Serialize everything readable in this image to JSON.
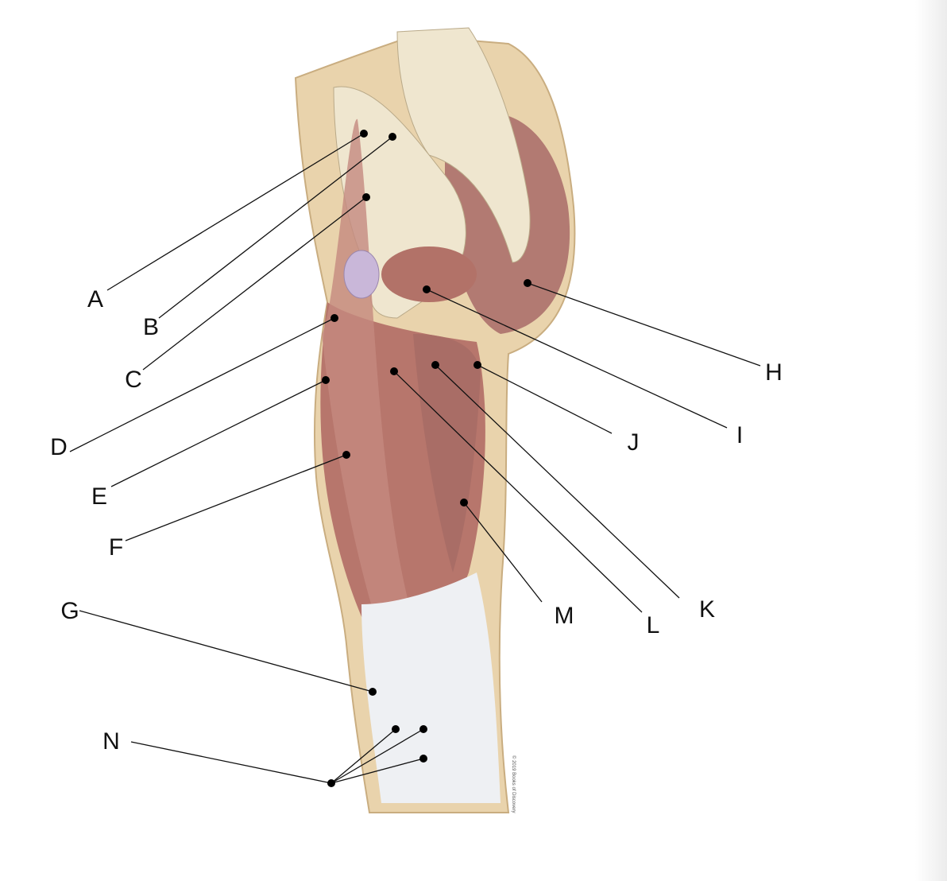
{
  "figure": {
    "copyright": "© 2019 Books of Discovery",
    "labels": [
      {
        "letter": "A"
      },
      {
        "letter": "B"
      },
      {
        "letter": "C"
      },
      {
        "letter": "D"
      },
      {
        "letter": "E"
      },
      {
        "letter": "F"
      },
      {
        "letter": "G"
      },
      {
        "letter": "H"
      },
      {
        "letter": "I"
      },
      {
        "letter": "J"
      },
      {
        "letter": "K"
      },
      {
        "letter": "L"
      },
      {
        "letter": "M"
      },
      {
        "letter": "N"
      }
    ],
    "colors": {
      "skin": "#e9d3ac",
      "muscle": "#b7766c",
      "tendon": "#eef0f3",
      "bone": "#efe6cf",
      "cartilage": "#c9b7d9"
    }
  }
}
